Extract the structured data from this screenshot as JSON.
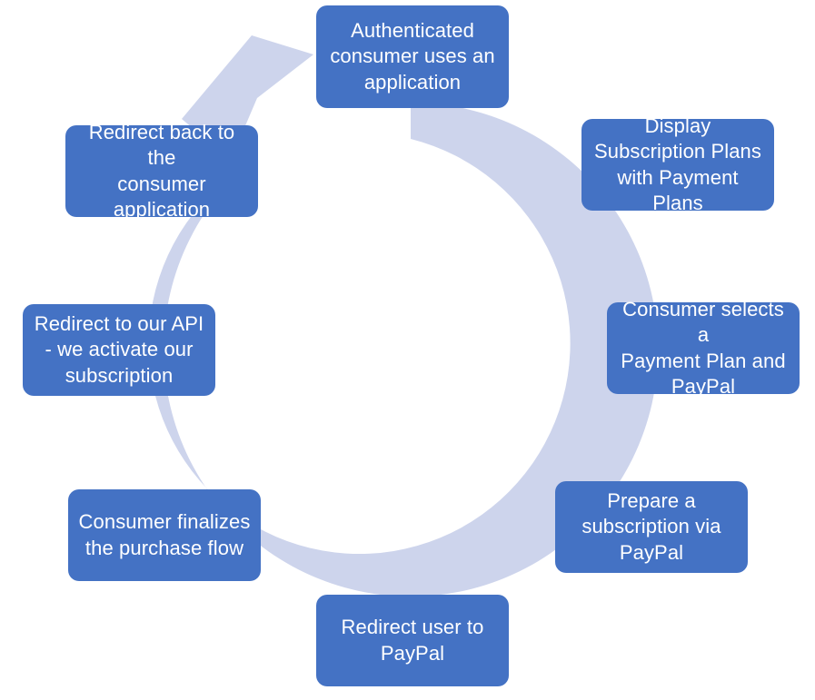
{
  "diagram": {
    "type": "continuous-cycle",
    "title": "",
    "colors": {
      "node_fill": "#4472C4",
      "node_text": "#FFFFFF",
      "ring_fill": "#CDD4EC",
      "background": "#FFFFFF"
    },
    "direction": "clockwise",
    "arrow_count": 1,
    "steps": [
      {
        "index": 1,
        "label": "Authenticated\nconsumer uses an\napplication"
      },
      {
        "index": 2,
        "label": "Display\nSubscription Plans\nwith Payment Plans"
      },
      {
        "index": 3,
        "label": "Consumer selects a\nPayment Plan and\nPayPal"
      },
      {
        "index": 4,
        "label": "Prepare a\nsubscription via\nPayPal"
      },
      {
        "index": 5,
        "label": "Redirect user to\nPayPal"
      },
      {
        "index": 6,
        "label": "Consumer finalizes\nthe purchase flow"
      },
      {
        "index": 7,
        "label": "Redirect to our API\n- we activate our\nsubscription"
      },
      {
        "index": 8,
        "label": "Redirect back to the\nconsumer\napplication"
      }
    ]
  }
}
